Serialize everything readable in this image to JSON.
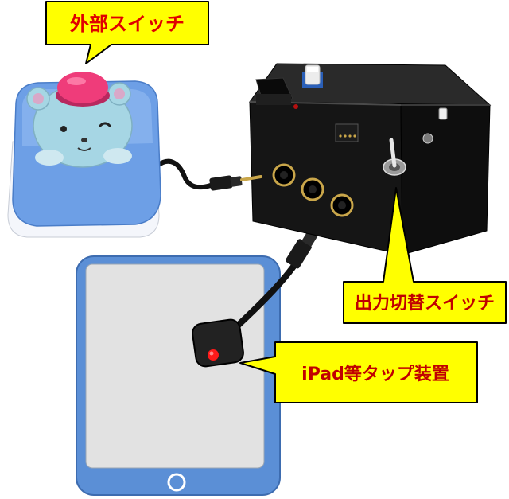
{
  "callouts": {
    "external_switch": "外部スイッチ",
    "output_toggle": "出力切替スイッチ",
    "tap_device": "iPad等タップ装置"
  },
  "colors": {
    "callout_fill": "#ffff00",
    "callout_text_red": "#e00000",
    "callout_text_dark": "#c00000",
    "tablet_frame": "#5b8fd6",
    "tablet_screen": "#e2e2e2",
    "switch_base": "#6d9fe6",
    "switch_button": "#ef3c7a",
    "box_body": "#141414"
  },
  "icons": [
    "push-switch-icon",
    "control-box-icon",
    "tablet-icon",
    "tap-pad-icon",
    "home-button-icon"
  ]
}
